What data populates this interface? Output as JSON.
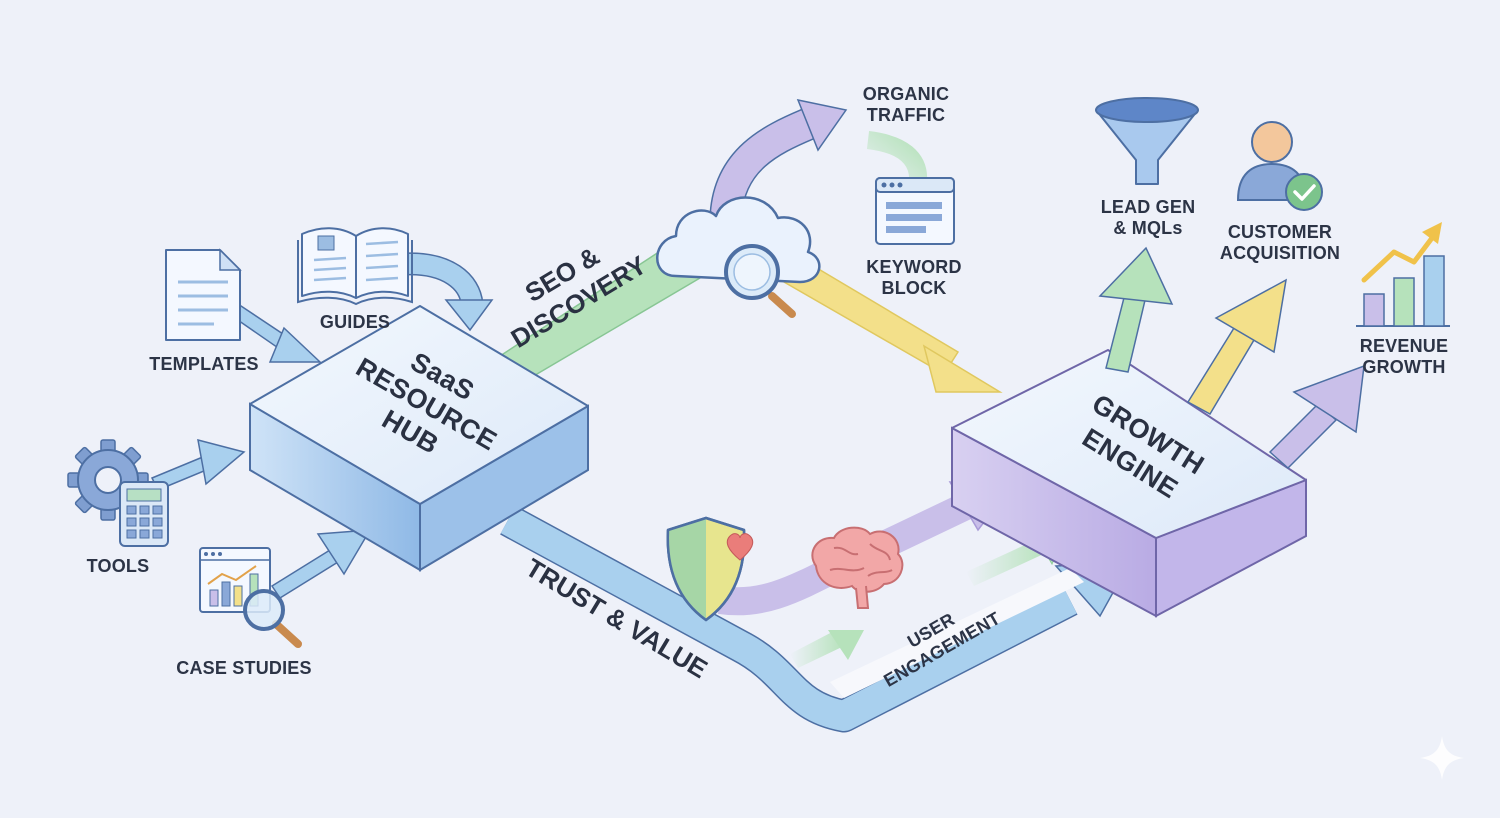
{
  "hub": {
    "line1": "SaaS",
    "line2": "RESOURCE",
    "line3": "HUB"
  },
  "engine": {
    "line1": "GROWTH",
    "line2": "ENGINE"
  },
  "inputs": {
    "templates": "TEMPLATES",
    "guides": "GUIDES",
    "tools": "TOOLS",
    "case_studies": "CASE STUDIES"
  },
  "paths": {
    "seo_line1": "SEO &",
    "seo_line2": "DISCOVERY",
    "trust": "TRUST & VALUE",
    "engagement_line1": "USER",
    "engagement_line2": "ENGAGEMENT"
  },
  "seo_nodes": {
    "organic_line1": "ORGANIC",
    "organic_line2": "TRAFFIC",
    "keyword_line1": "KEYWORD",
    "keyword_line2": "BLOCK"
  },
  "outputs": {
    "lead_line1": "LEAD GEN",
    "lead_line2": "& MQLs",
    "customer_line1": "CUSTOMER",
    "customer_line2": "ACQUISITION",
    "revenue_line1": "REVENUE",
    "revenue_line2": "GROWTH"
  },
  "colors": {
    "blue": "#a9d0ee",
    "green": "#b6e2bb",
    "yellow": "#f3e08a",
    "purple": "#c9bfe9",
    "outline": "#4d6fa3",
    "background": "#eef1f9"
  },
  "icons": [
    "document-icon",
    "open-book-icon",
    "gear-icon",
    "calculator-icon",
    "chart-report-icon",
    "magnifier-icon",
    "cloud-search-icon",
    "browser-keyword-icon",
    "funnel-icon",
    "user-check-icon",
    "bar-chart-trend-icon",
    "shield-heart-icon",
    "brain-icon",
    "sparkle-icon"
  ]
}
